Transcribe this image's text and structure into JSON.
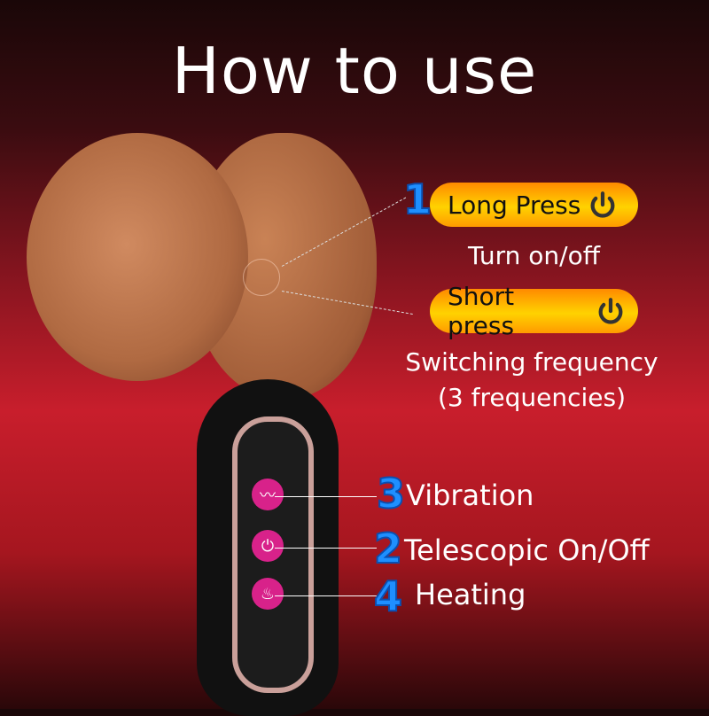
{
  "title": "How to use",
  "top_controls": [
    {
      "number": "1",
      "pill_label": "Long Press",
      "icon": "power-icon",
      "description": "Turn on/off"
    },
    {
      "number": "",
      "pill_label": "Short press",
      "icon": "power-icon",
      "description_line1": "Switching frequency",
      "description_line2": "(3 frequencies)"
    }
  ],
  "remote_controls": [
    {
      "number": "3",
      "label": "Vibration",
      "icon": "wave-icon",
      "glyph": "〰"
    },
    {
      "number": "2",
      "label": "Telescopic On/Off",
      "icon": "power-icon",
      "glyph": "⏻"
    },
    {
      "number": "4",
      "label": "Heating",
      "icon": "flame-icon",
      "glyph": "♨"
    }
  ],
  "colors": {
    "pill_gradient_top": "#ff8a00",
    "pill_gradient_mid": "#ffd200",
    "number_blue": "#1e8fff",
    "button_magenta": "#d8228a"
  }
}
